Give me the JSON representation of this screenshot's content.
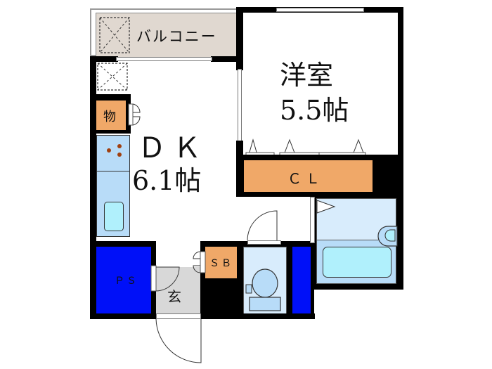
{
  "floorplan": {
    "rooms": {
      "balcony": {
        "label": "バルコニー"
      },
      "western_room": {
        "label": "洋室",
        "size": "5.5帖"
      },
      "closet": {
        "label": "ＣＬ"
      },
      "dining_kitchen": {
        "label": "ＤＫ",
        "size": "6.1帖"
      },
      "storage": {
        "label": "物"
      },
      "pipe_space": {
        "label": "ＰＳ"
      },
      "shoe_box": {
        "label": "ＳＢ"
      },
      "entrance": {
        "label": "玄"
      }
    },
    "colors": {
      "wall": "#000000",
      "balcony": "#e0d8d0",
      "closet": "#f0a868",
      "kitchen": "#b8dcf8",
      "sink": "#b0f0fc",
      "pipe_space": "#0010f8",
      "entrance": "#d8d8d8",
      "bath": "#d8ecfc",
      "toilet": "#d8ecfc"
    }
  }
}
